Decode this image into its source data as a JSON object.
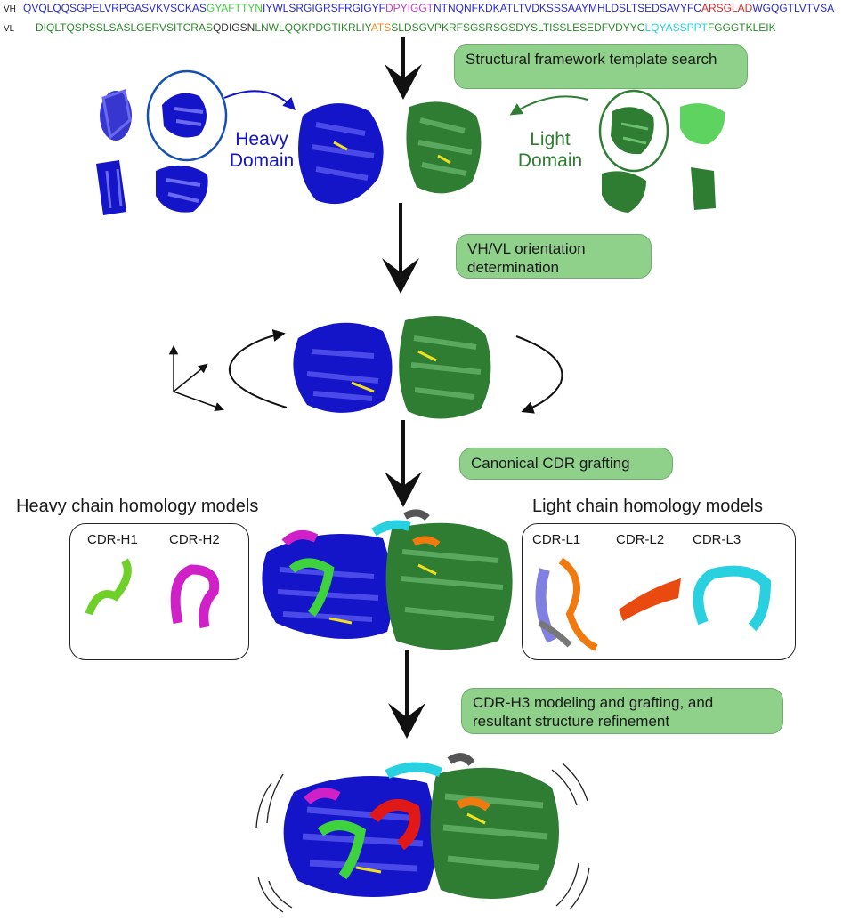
{
  "sequences": {
    "vh": {
      "tag": "VH",
      "segments": [
        {
          "text": "QVQLQQSGPELVRPGASVKVSCKAS",
          "color": "#2b2bd6"
        },
        {
          "text": "GYAFTTYN",
          "color": "#3fd23f"
        },
        {
          "text": "IYWLSRGIGRSFRGIGYF",
          "color": "#2b2bd6"
        },
        {
          "text": "DPYIGGT",
          "color": "#c23fc2"
        },
        {
          "text": "NTNQNFKDKATLTVDKSSSAAYMHLDSLTSEDSAVYFC",
          "color": "#2b2bd6"
        },
        {
          "text": "ARSGLAD",
          "color": "#e02a2a"
        },
        {
          "text": "WGQGTLVTVSA",
          "color": "#2b2bd6"
        }
      ]
    },
    "vl": {
      "tag": "VL",
      "segments": [
        {
          "text": "DIQLTQSPSSLSASLGERVSITCRAS",
          "color": "#2a8a2a"
        },
        {
          "text": "QDIGSN",
          "color": "#333333"
        },
        {
          "text": "LNWLQQKPDGTIKRLIY",
          "color": "#2a8a2a"
        },
        {
          "text": "ATS",
          "color": "#f08a1a"
        },
        {
          "text": "SLDSGVPKRFSGSRSGSDYSLTISSLESEDFVDYYC",
          "color": "#2a8a2a"
        },
        {
          "text": "LQYASSPPT",
          "color": "#28d0e0"
        },
        {
          "text": "FGGGTKLEIK",
          "color": "#2a8a2a"
        }
      ]
    }
  },
  "steps": {
    "step1": "Structural framework template search",
    "step2": "VH/VL orientation determination",
    "step3": "Canonical CDR grafting",
    "step4": "CDR-H3 modeling and grafting, and resultant structure refinement"
  },
  "labels": {
    "heavy_domain": "Heavy Domain",
    "light_domain": "Light Domain",
    "heavy_models_title": "Heavy chain homology models",
    "light_models_title": "Light chain homology models",
    "cdr_h1": "CDR-H1",
    "cdr_h2": "CDR-H2",
    "cdr_l1": "CDR-L1",
    "cdr_l2": "CDR-L2",
    "cdr_l3": "CDR-L3"
  },
  "colors": {
    "heavy": "#1414c8",
    "light": "#2e7d32",
    "light_alt": "#5fd35f",
    "step_fill": "#8fd18a",
    "cdr_h1": "#3fd23f",
    "cdr_h2": "#d020c8",
    "cdr_h3": "#e01818",
    "cdr_l1": "#8080e0",
    "cdr_l2": "#f07a10",
    "cdr_l3": "#28d0e0",
    "disulfide": "#f0e020"
  }
}
